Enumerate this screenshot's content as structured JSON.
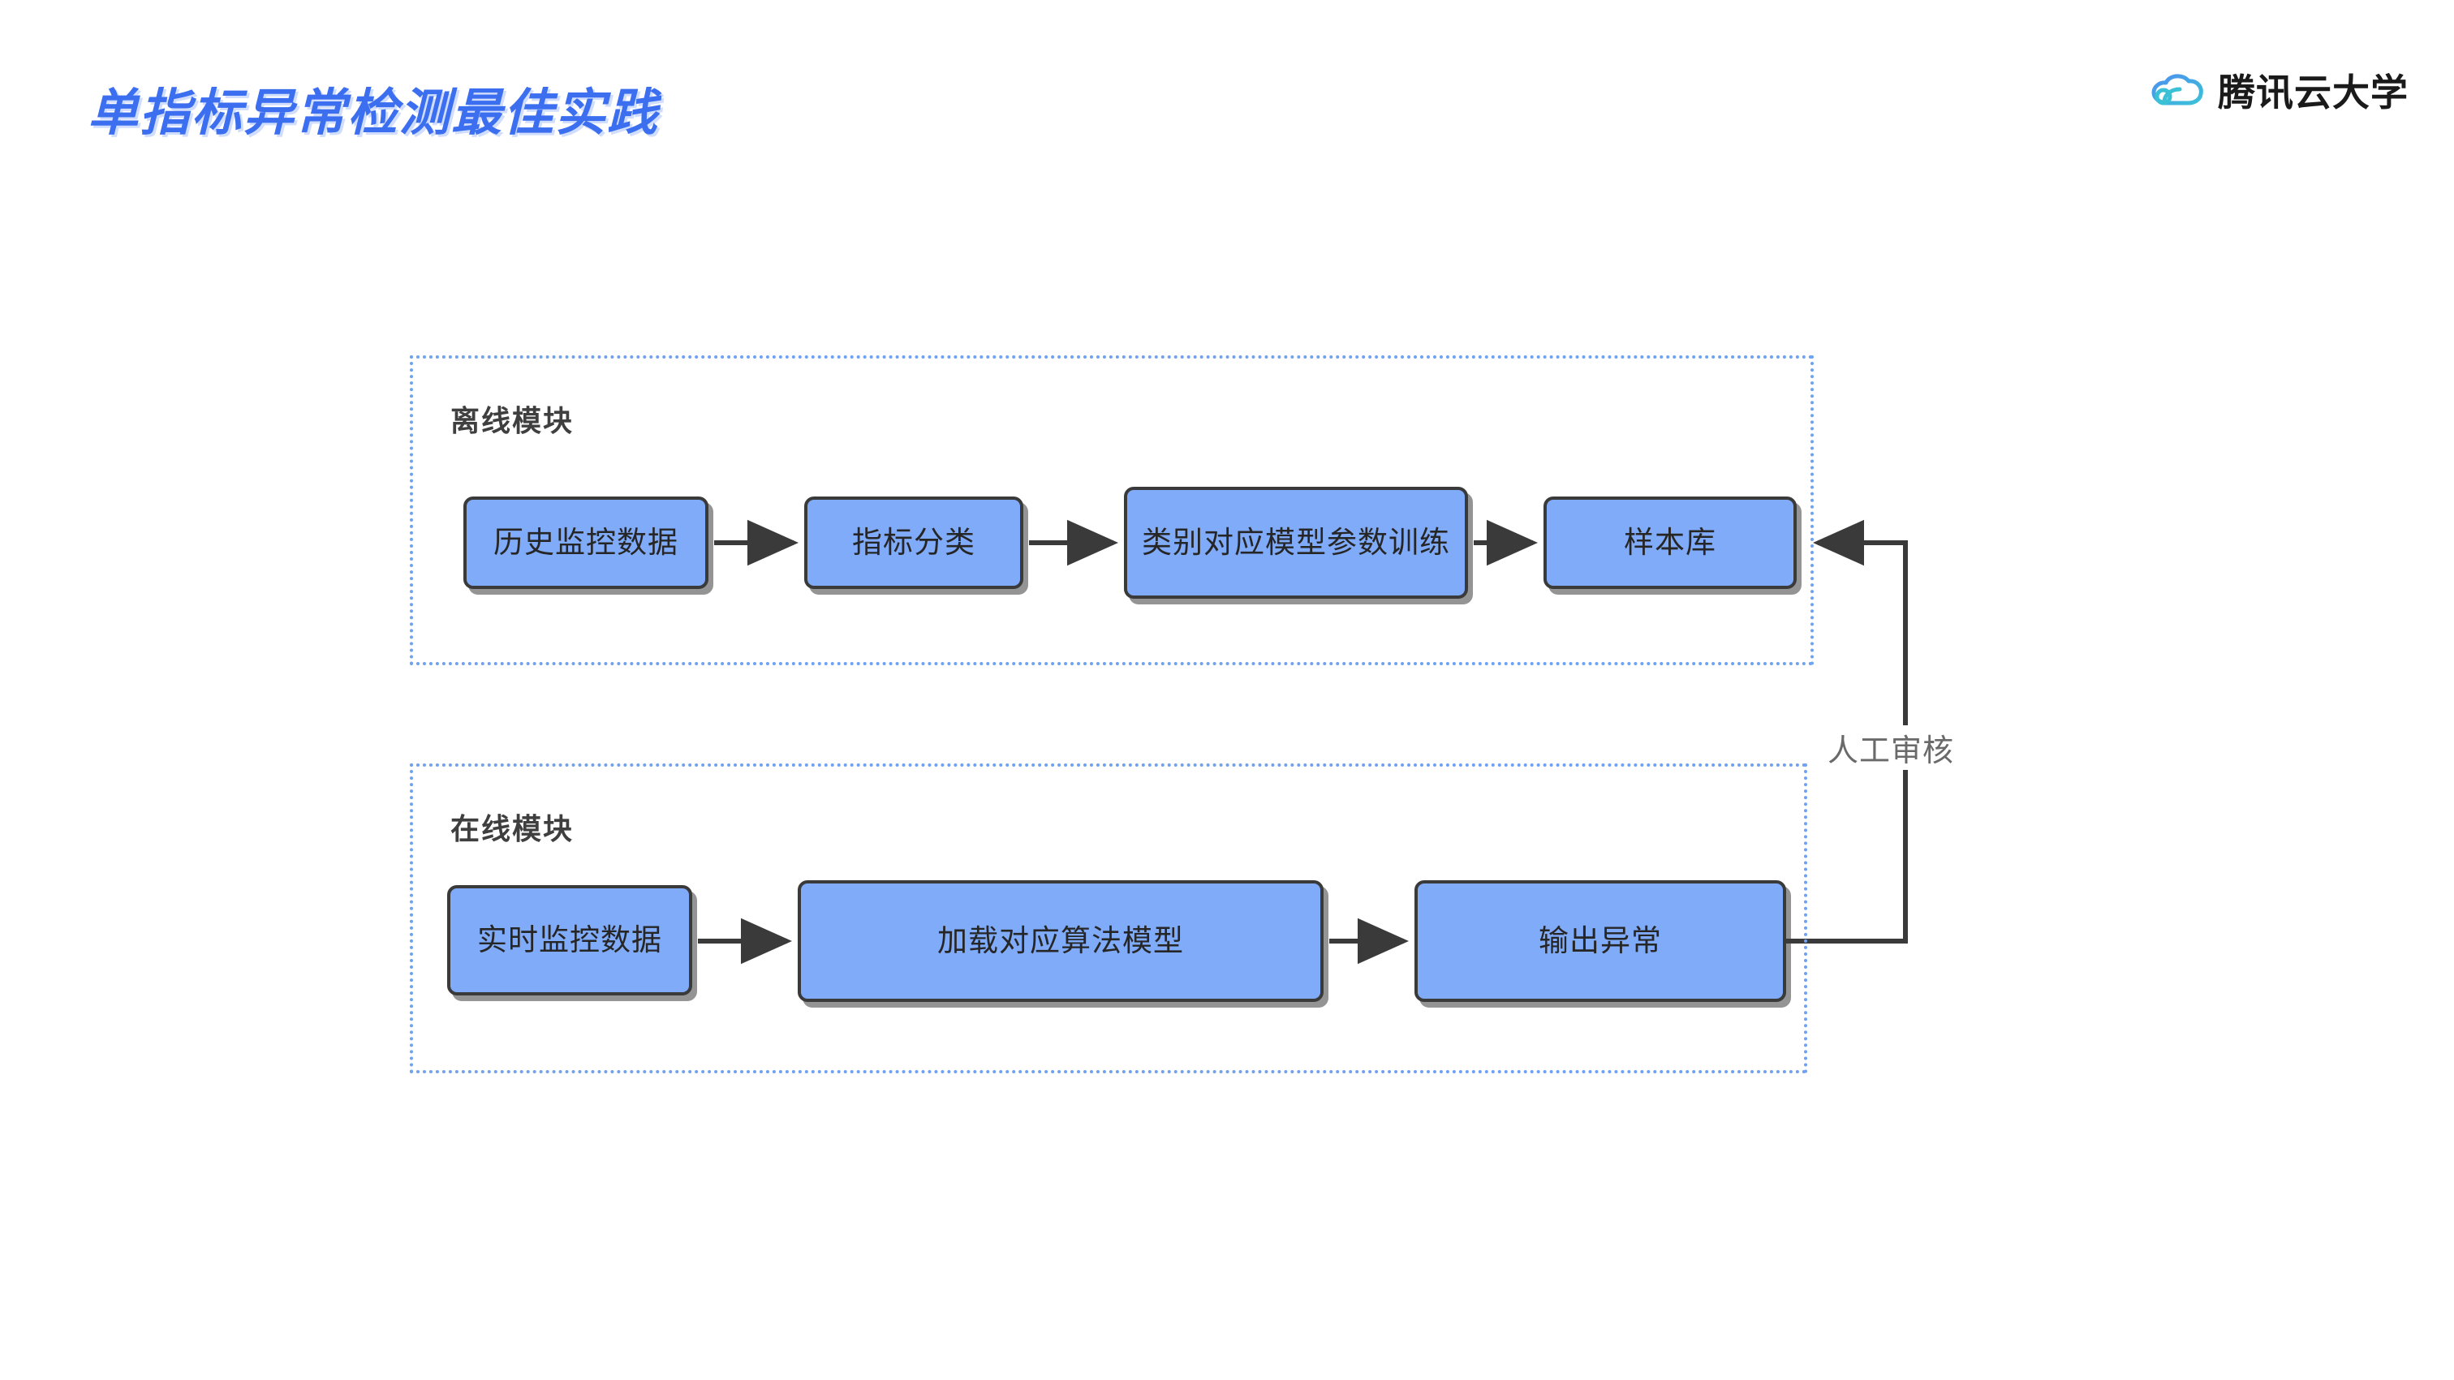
{
  "header": {
    "title": "单指标异常检测最佳实践",
    "title_color": "#3C6FF0",
    "brand": {
      "name": "腾讯云大学",
      "icon": "cloud-icon",
      "icon_colors": [
        "#4E8FF0",
        "#3BC1D6"
      ]
    }
  },
  "diagram": {
    "type": "flowchart",
    "node_fill": "#80ABF8",
    "node_border": "#3A3A3A",
    "group_border": "#6FA2F2",
    "arrow_color": "#3A3A3A",
    "groups": [
      {
        "id": "offline",
        "label": "离线模块",
        "nodes": [
          {
            "id": "history",
            "label": "历史监控数据"
          },
          {
            "id": "classify",
            "label": "指标分类"
          },
          {
            "id": "train",
            "label": "类别对应模型参数训练"
          },
          {
            "id": "sample",
            "label": "样本库"
          }
        ]
      },
      {
        "id": "online",
        "label": "在线模块",
        "nodes": [
          {
            "id": "realtime",
            "label": "实时监控数据"
          },
          {
            "id": "loadmodel",
            "label": "加载对应算法模型"
          },
          {
            "id": "output",
            "label": "输出异常"
          }
        ]
      }
    ],
    "edges": [
      {
        "from": "history",
        "to": "classify",
        "label": ""
      },
      {
        "from": "classify",
        "to": "train",
        "label": ""
      },
      {
        "from": "train",
        "to": "sample",
        "label": ""
      },
      {
        "from": "realtime",
        "to": "loadmodel",
        "label": ""
      },
      {
        "from": "loadmodel",
        "to": "output",
        "label": ""
      },
      {
        "from": "output",
        "to": "sample",
        "label": "人工审核"
      }
    ],
    "feedback_label": "人工审核"
  }
}
